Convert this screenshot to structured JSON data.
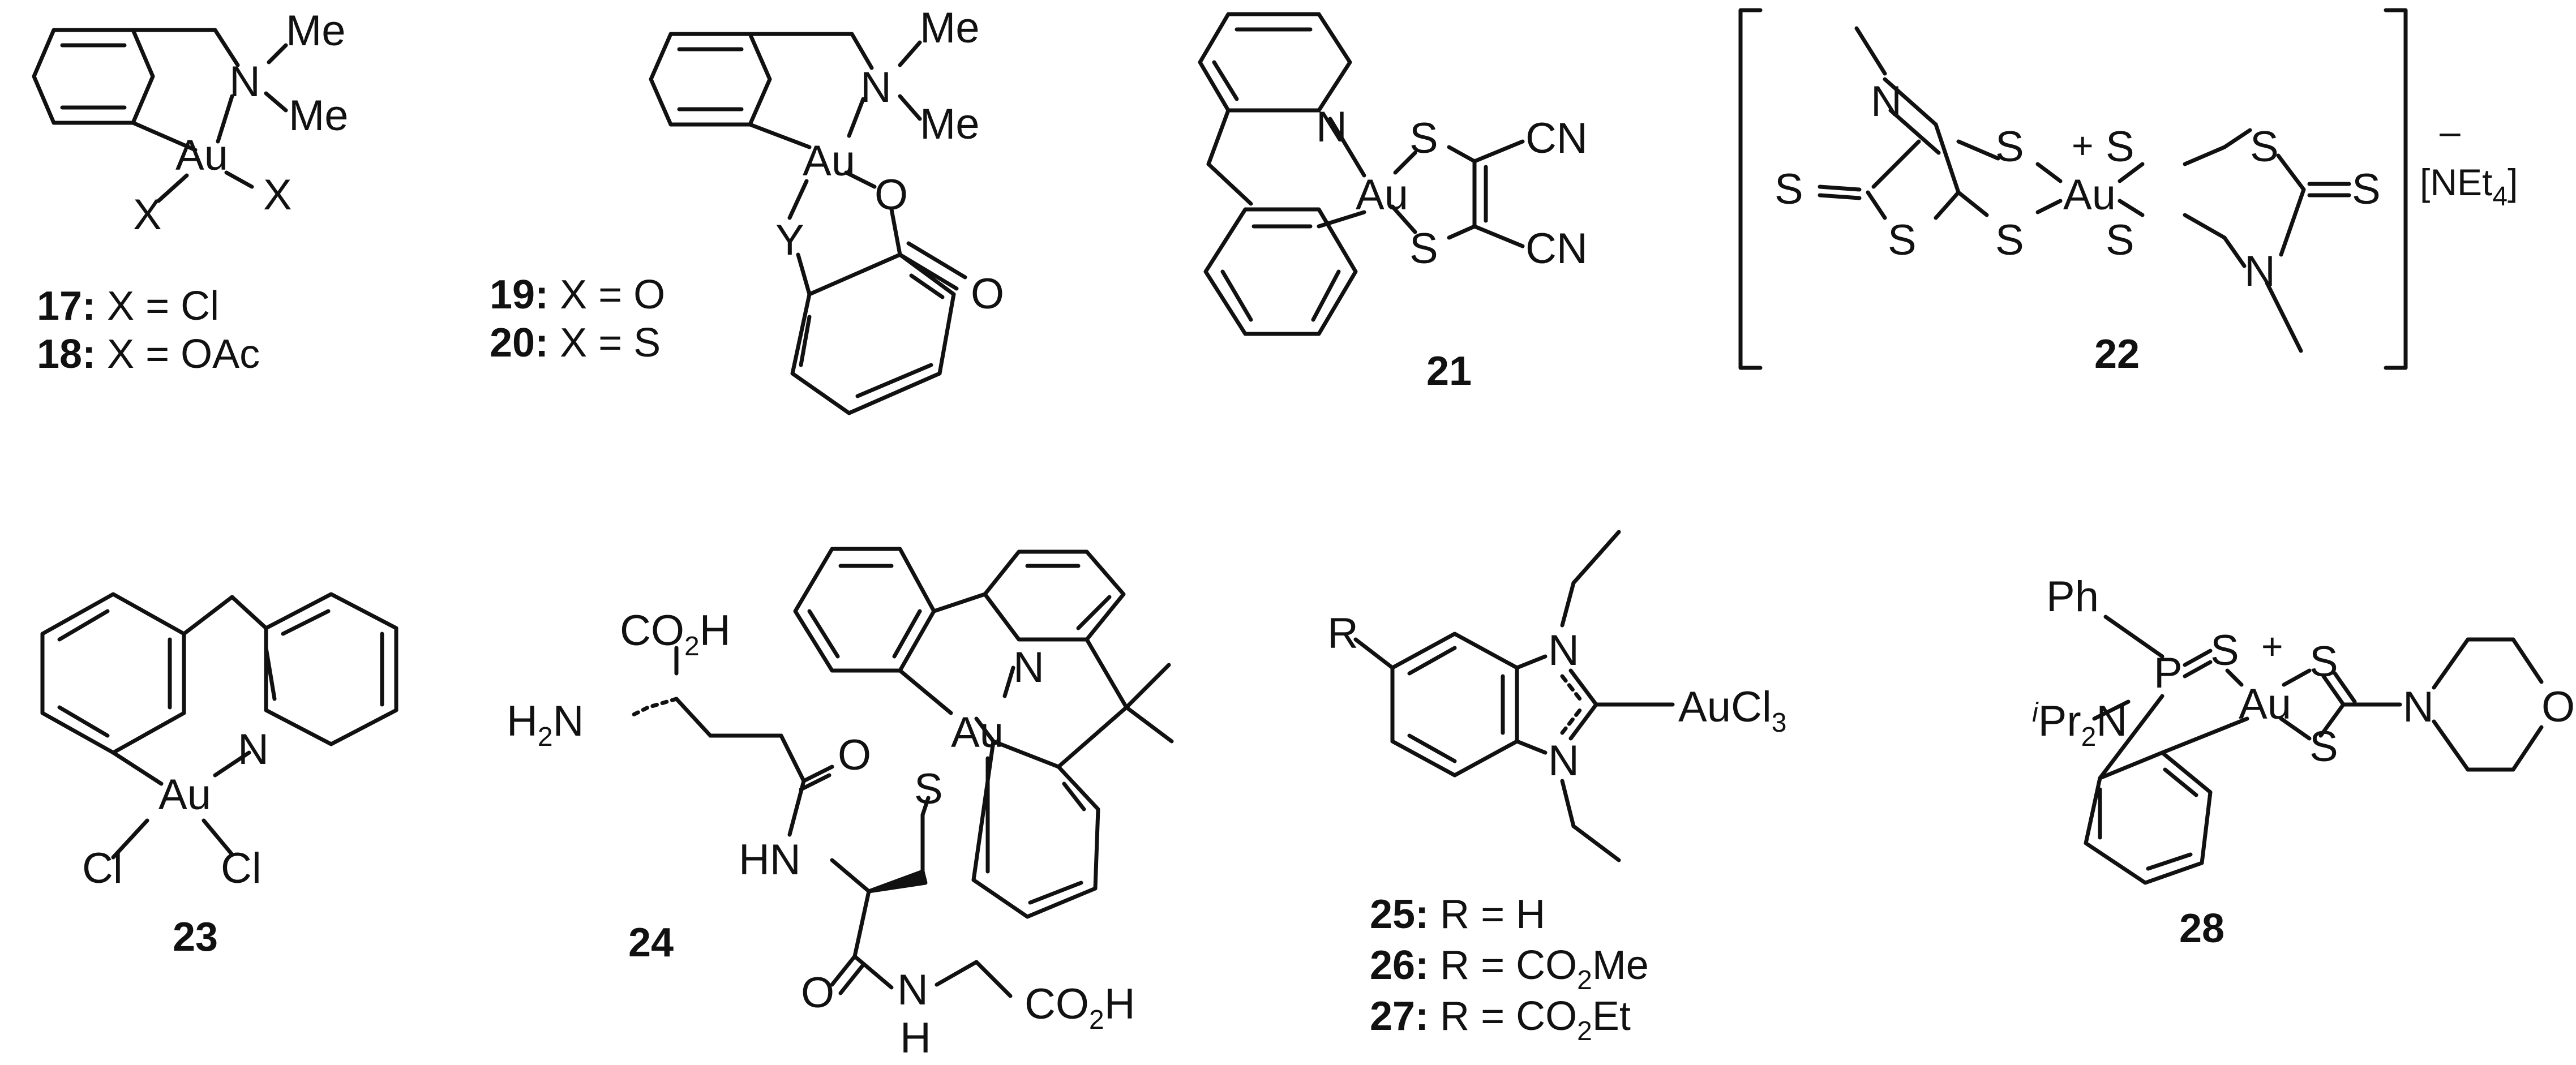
{
  "atoms": {
    "me": "Me",
    "n": "N",
    "au": "Au",
    "x": "X",
    "y": "Y",
    "o": "O",
    "s": "S",
    "cn": "CN",
    "cl": "Cl",
    "ph": "Ph",
    "p": "P",
    "r": "R",
    "h": "H",
    "co2h_co": "CO",
    "co2h_2": "2",
    "co2h_h": "H",
    "h2n_h": "H",
    "h2n_2": "2",
    "h2n_n": "N",
    "hn": "HN",
    "aucl3_au": "AuCl",
    "aucl3_3": "3",
    "ipr_i": "i",
    "ipr_pr": "Pr",
    "ipr_2": "2",
    "ipr_n": "N",
    "plus": "+",
    "minus": "–",
    "net4_main": "[NEt",
    "net4_4": "4",
    "net4_close": "]"
  },
  "compounds": {
    "c17": {
      "num": "17:",
      "text": " X = Cl"
    },
    "c18": {
      "num": "18:",
      "text": " X = OAc"
    },
    "c19": {
      "num": "19:",
      "text": " X = O"
    },
    "c20": {
      "num": "20:",
      "text": " X = S"
    },
    "c21": {
      "num": "21"
    },
    "c22": {
      "num": "22"
    },
    "c23": {
      "num": "23"
    },
    "c24": {
      "num": "24"
    },
    "c25": {
      "num": "25:",
      "text": " R = H"
    },
    "c26": {
      "num": "26:",
      "text": " R = CO",
      "sub": "2",
      "tail": "Me"
    },
    "c27": {
      "num": "27:",
      "text": " R = CO",
      "sub": "2",
      "tail": "Et"
    },
    "c28": {
      "num": "28"
    }
  }
}
